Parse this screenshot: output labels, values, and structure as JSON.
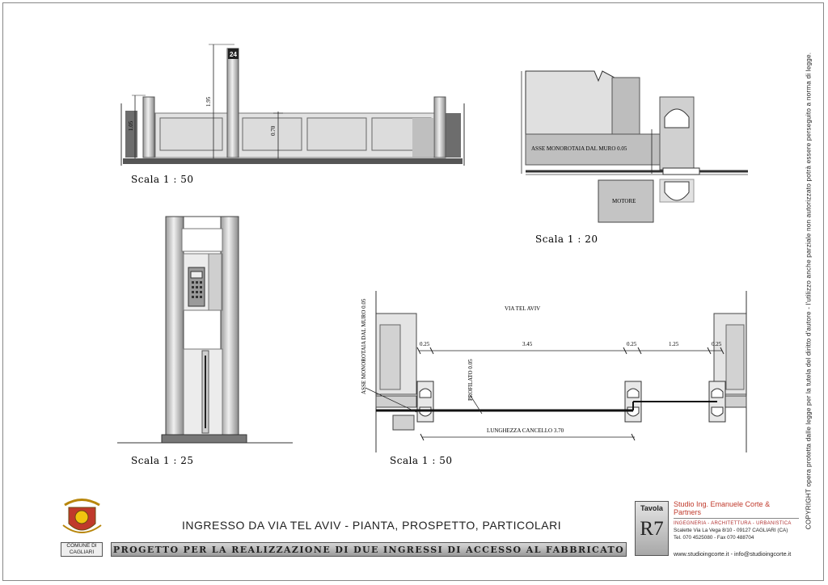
{
  "drawing": {
    "main_title": "INGRESSO DA VIA TEL AVIV - PIANTA, PROSPETTO, PARTICOLARI",
    "project_banner": "PROGETTO PER LA REALIZZAZIONE DI DUE INGRESSI DI ACCESSO AL FABBRICATO",
    "comune_label": "COMUNE DI CAGLIARI",
    "copyright": "COPYRIGHT opera protetta dalle legge per la tutela del diritto d'autore - l'utilizzo anche parziale non autorizzato potrà essere perseguito a norma di legge."
  },
  "elevation": {
    "scale": "Scala  1 : 50",
    "dim_height_left": "1.05",
    "dim_height_pillar": "1.95",
    "dim_height_gate": "0.70",
    "house_number": "24"
  },
  "detail": {
    "scale": "Scala  1 : 20",
    "rail_axis_label": "ASSE MONOROTAIA DAL MURO 0.05",
    "motor_label": "MOTORE"
  },
  "pillar": {
    "scale": "Scala  1 : 25"
  },
  "plan": {
    "scale": "Scala  1 : 50",
    "street_label": "VIA TEL AVIV",
    "rail_axis_label": "ASSE MONOROTAIA DAL MURO 0.05",
    "profile_label": "PROFILATO 0.05",
    "gate_length_label": "LUNGHEZZA CANCELLO 3.70",
    "dims": [
      "0.25",
      "3.45",
      "0.25",
      "1.25",
      "0.25"
    ]
  },
  "title_block": {
    "tavola_label": "Tavola",
    "tavola_number": "R7",
    "studio_name": "Studio Ing. Emanuele Corte & Partners",
    "disciplines": "INGEGNERIA - ARCHITETTURA - URBANISTICA",
    "address": "Scalette Via La Vega 8/10 - 09127 CAGLIARI  (CA)",
    "phone": "Tel. 070 4525080 - Fax 070 488704",
    "web": "www.studioingcorte.it - info@studioingcorte.it"
  },
  "colors": {
    "wall": "#c8c8c8",
    "dark": "#555555",
    "accent_red": "#c0392b"
  }
}
